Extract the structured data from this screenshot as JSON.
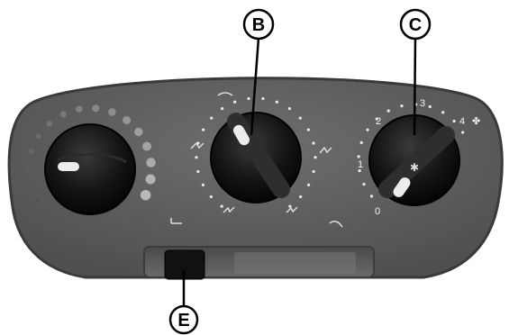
{
  "callouts": [
    {
      "id": "B",
      "label": "B"
    },
    {
      "id": "C",
      "label": "C"
    },
    {
      "id": "E",
      "label": "E"
    }
  ],
  "fan_scale": {
    "labels": [
      "0",
      "1",
      "2",
      "3",
      "4"
    ],
    "fan_icon": "fan-icon"
  },
  "distribution_icons": [
    "windscreen-icon",
    "face-vent-icon",
    "face-feet-icon",
    "feet-icon",
    "feet-windscreen-icon",
    "windscreen-feet-icon"
  ],
  "colors": {
    "panel": "#5e5e5e",
    "panel_edge": "#3a3a3a",
    "knob": "#111111",
    "pointer": "#ececec",
    "marks": "#e8e8e8",
    "callout": "#000000"
  }
}
